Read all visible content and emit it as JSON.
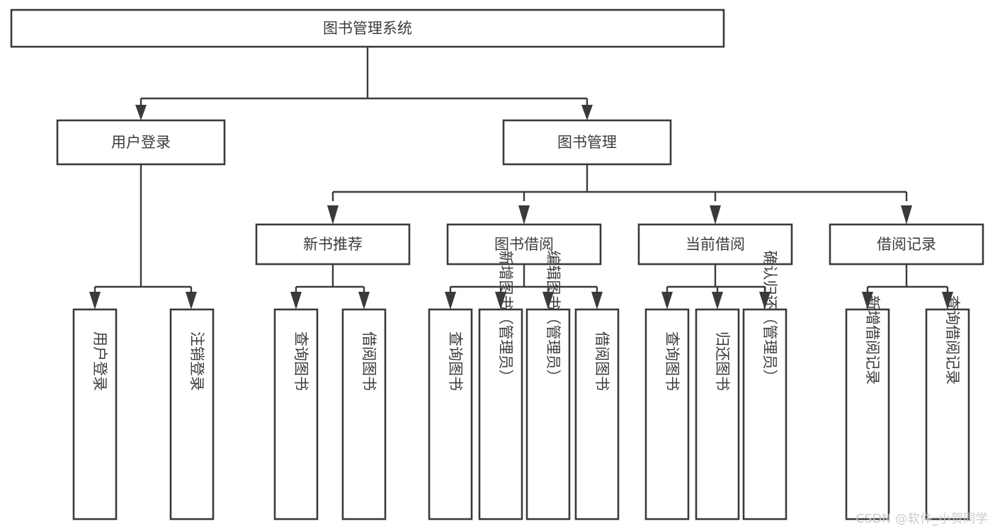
{
  "diagram": {
    "type": "tree-hierarchy",
    "title": "图书管理系统",
    "watermark": "CSDN @软件_小贺同学",
    "colors": {
      "stroke": "#3a3a3a",
      "fill": "#ffffff",
      "text": "#3c3c3c",
      "watermark": "#c9c9c9"
    },
    "levels": [
      {
        "level": 1,
        "nodes": [
          {
            "id": "root",
            "label": "图书管理系统",
            "orientation": "horizontal"
          }
        ]
      },
      {
        "level": 2,
        "nodes": [
          {
            "id": "user-login",
            "label": "用户登录",
            "orientation": "horizontal",
            "parent": "root"
          },
          {
            "id": "book-manage",
            "label": "图书管理",
            "orientation": "horizontal",
            "parent": "root"
          }
        ]
      },
      {
        "level": 3,
        "nodes": [
          {
            "id": "new-book-rec",
            "label": "新书推荐",
            "orientation": "horizontal",
            "parent": "book-manage"
          },
          {
            "id": "book-borrow",
            "label": "图书借阅",
            "orientation": "horizontal",
            "parent": "book-manage"
          },
          {
            "id": "current-borrow",
            "label": "当前借阅",
            "orientation": "horizontal",
            "parent": "book-manage"
          },
          {
            "id": "borrow-record",
            "label": "借阅记录",
            "orientation": "horizontal",
            "parent": "book-manage"
          }
        ]
      },
      {
        "level": 4,
        "nodes": [
          {
            "id": "leaf-user-login",
            "label": "用户登录",
            "orientation": "vertical",
            "parent": "user-login"
          },
          {
            "id": "leaf-user-logout",
            "label": "注销登录",
            "orientation": "vertical",
            "parent": "user-login"
          },
          {
            "id": "leaf-query-book-1",
            "label": "查询图书",
            "orientation": "vertical",
            "parent": "new-book-rec"
          },
          {
            "id": "leaf-borrow-book-1",
            "label": "借阅图书",
            "orientation": "vertical",
            "parent": "new-book-rec"
          },
          {
            "id": "leaf-query-book-2",
            "label": "查询图书",
            "orientation": "vertical",
            "parent": "book-borrow"
          },
          {
            "id": "leaf-add-book",
            "label": "新增图书（管理员）",
            "orientation": "vertical",
            "parent": "book-borrow"
          },
          {
            "id": "leaf-edit-book",
            "label": "编辑图书（管理员）",
            "orientation": "vertical",
            "parent": "book-borrow"
          },
          {
            "id": "leaf-borrow-book-2",
            "label": "借阅图书",
            "orientation": "vertical",
            "parent": "book-borrow"
          },
          {
            "id": "leaf-query-book-3",
            "label": "查询图书",
            "orientation": "vertical",
            "parent": "current-borrow"
          },
          {
            "id": "leaf-return-book",
            "label": "归还图书",
            "orientation": "vertical",
            "parent": "current-borrow"
          },
          {
            "id": "leaf-confirm-return",
            "label": "确认归还（管理员）",
            "orientation": "vertical",
            "parent": "current-borrow"
          },
          {
            "id": "leaf-add-record",
            "label": "新增借阅记录",
            "orientation": "vertical",
            "parent": "borrow-record"
          },
          {
            "id": "leaf-query-record",
            "label": "查询借阅记录",
            "orientation": "vertical",
            "parent": "borrow-record"
          }
        ]
      }
    ]
  }
}
